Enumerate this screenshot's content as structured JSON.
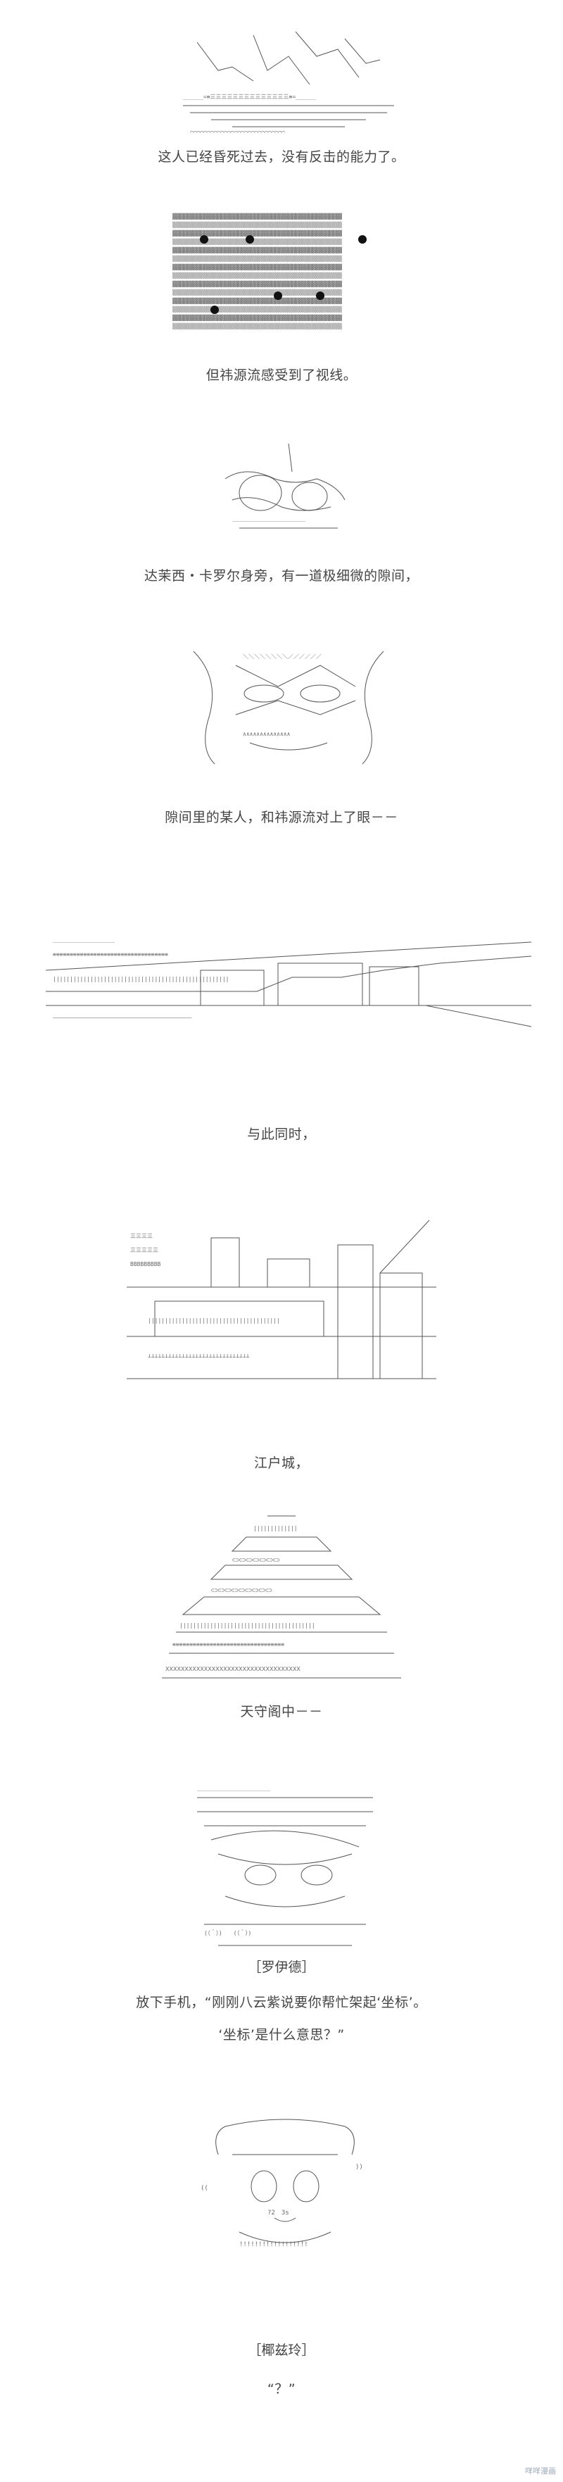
{
  "captions": {
    "c1": "这人已经昏死过去，没有反击的能力了。",
    "c2": "但祎源流感受到了视线。",
    "c3": "达茉西・卡罗尔身旁，有一道极细微的隙间，",
    "c4": "隙间里的某人，和祎源流对上了眼－－",
    "c5": "与此同时，",
    "c6": "江户城，",
    "c7": "天守阁中－－",
    "c8a": "放下手机，“刚刚八云紫说要你帮忙架起‘坐标’。",
    "c8b": "‘坐标’是什么意思？”",
    "c9": "“？”"
  },
  "names": {
    "n1": "［罗伊德］",
    "n2": "［椰兹玲］"
  },
  "watermark": "咩咩漫画",
  "colors": {
    "art_stroke": "#555555",
    "text": "#444444",
    "watermark": "#9aa8b8"
  }
}
